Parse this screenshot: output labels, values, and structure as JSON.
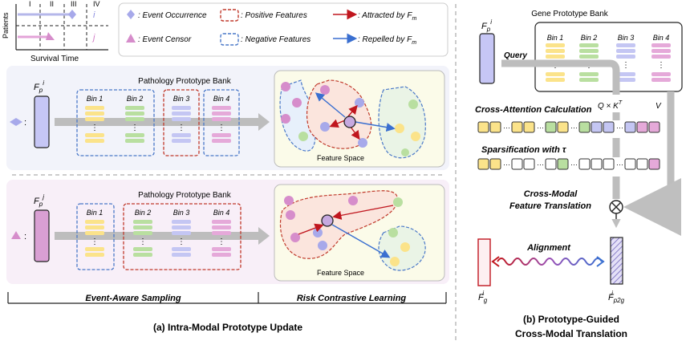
{
  "survival_plot": {
    "y_label": "Patients",
    "x_label": "Survival Time",
    "bins": [
      "I",
      "II",
      "III",
      "IV"
    ],
    "row_labels": [
      "i",
      "j"
    ]
  },
  "legend": {
    "event_occurrence": ": Event Occurrence",
    "event_censor": ": Event Censor",
    "positive_features": ": Positive Features",
    "negative_features": ": Negative Features",
    "attracted": ": Attracted by F",
    "attracted_sub": "m",
    "repelled": ": Repelled by F",
    "repelled_sub": "m"
  },
  "panel_a": {
    "top_bank_title": "Pathology Prototype Bank",
    "bottom_bank_title": "Pathology Prototype Bank",
    "top_feature": "F",
    "top_feature_sub": "p",
    "top_feature_sup": "i",
    "bottom_feature": "F",
    "bottom_feature_sub": "p",
    "bottom_feature_sup": "j",
    "bins": [
      "Bin 1",
      "Bin 2",
      "Bin 3",
      "Bin 4"
    ],
    "ellipsis": "⋮",
    "feature_space": "Feature Space",
    "footer_left": "Event-Aware Sampling",
    "footer_right": "Risk Contrastive Learning",
    "caption": "(a) Intra-Modal Prototype Update"
  },
  "panel_b": {
    "bank_title": "Gene Prototype Bank",
    "query_feature": "F",
    "query_sub": "p",
    "query_sup": "i",
    "query_label": "Query",
    "bins": [
      "Bin 1",
      "Bin 2",
      "Bin 3",
      "Bin 4"
    ],
    "qk_label": "Q × K",
    "qk_sup": "T",
    "v_label": "V",
    "cross_attention": "Cross-Attention Calculation",
    "sparsification": "Sparsification with τ",
    "translation_line1": "Cross-Modal",
    "translation_line2": "Feature Translation",
    "alignment": "Alignment",
    "fg": "F",
    "fg_sub": "g",
    "fg_sup": "i",
    "fp2g": "F",
    "fp2g_sub": "p2g",
    "fp2g_sup": "i",
    "caption_line1": "(b) Prototype-Guided",
    "caption_line2": "Cross-Modal Translation"
  },
  "colors": {
    "yellow": "#fbe38a",
    "green": "#b9dfa0",
    "blue": "#c4c6f3",
    "pink": "#e5a9d9",
    "purple_feature": "#c6c6f5",
    "pink_feature": "#d99fd3",
    "positive": "#c0392b",
    "negative": "#4a78c8",
    "arrow_red": "#c0161e",
    "arrow_blue": "#3a6fd0",
    "panel_top": "#f2f3fa",
    "panel_bottom": "#f8eff8"
  }
}
